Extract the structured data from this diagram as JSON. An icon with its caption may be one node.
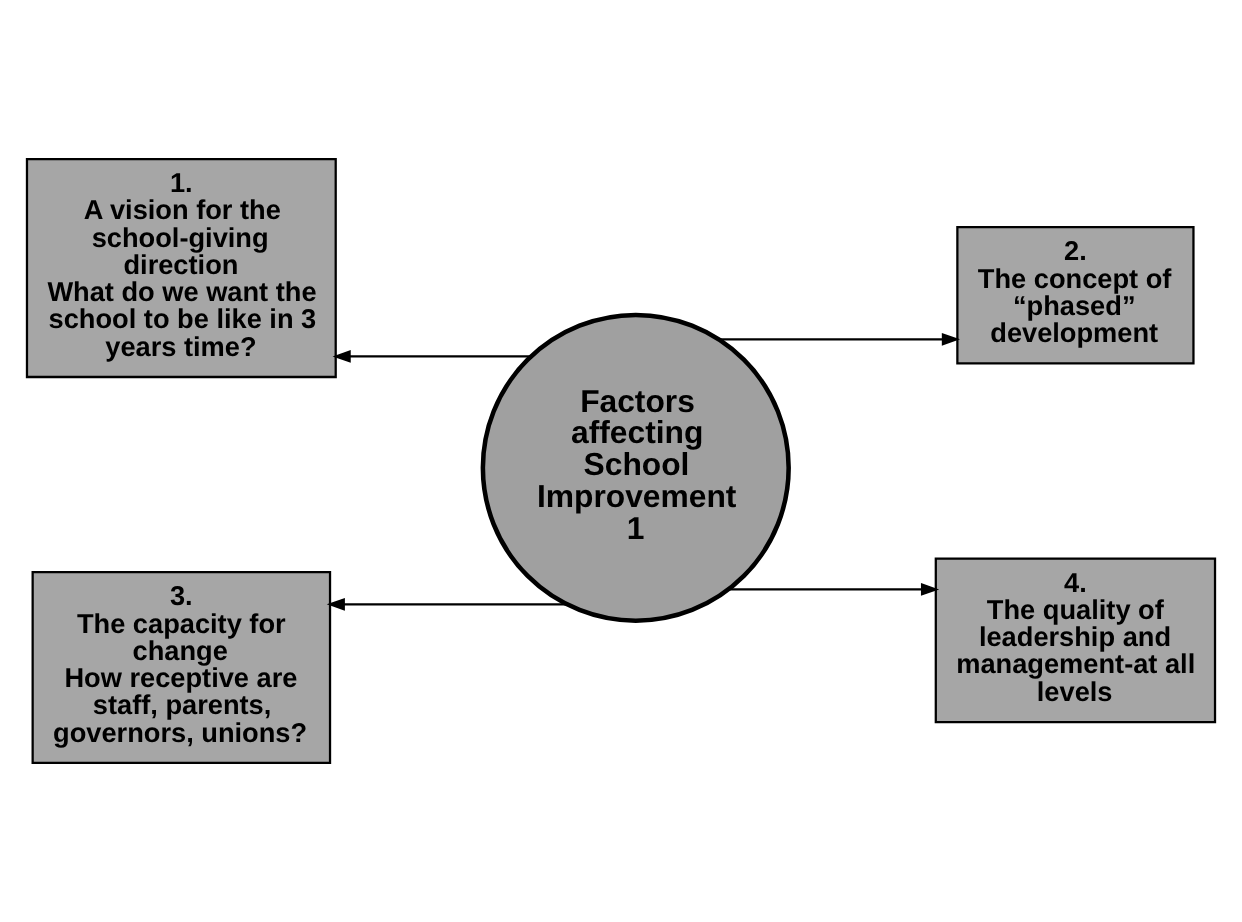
{
  "diagram": {
    "nodes": [
      {
        "text": [
          "Factors affecting School Improvement 1"
        ]
      },
      {
        "text": [
          "1.",
          "A vision for the school-giving direction",
          "What do we want the school to be like in 3 years time?"
        ]
      },
      {
        "text": [
          "2.",
          "The concept of “phased” development"
        ]
      },
      {
        "text": [
          "3.",
          "The capacity for change",
          "How receptive are staff, parents, governors, unions?"
        ]
      },
      {
        "text": [
          "4.",
          "The quality of leadership and management-at all levels"
        ]
      }
    ],
    "edges": [
      {
        "from": 0,
        "to": 1,
        "arrow": "to"
      },
      {
        "from": 0,
        "to": 2,
        "arrow": "to"
      },
      {
        "from": 0,
        "to": 3,
        "arrow": "to"
      },
      {
        "from": 0,
        "to": 4,
        "arrow": "to"
      }
    ]
  }
}
